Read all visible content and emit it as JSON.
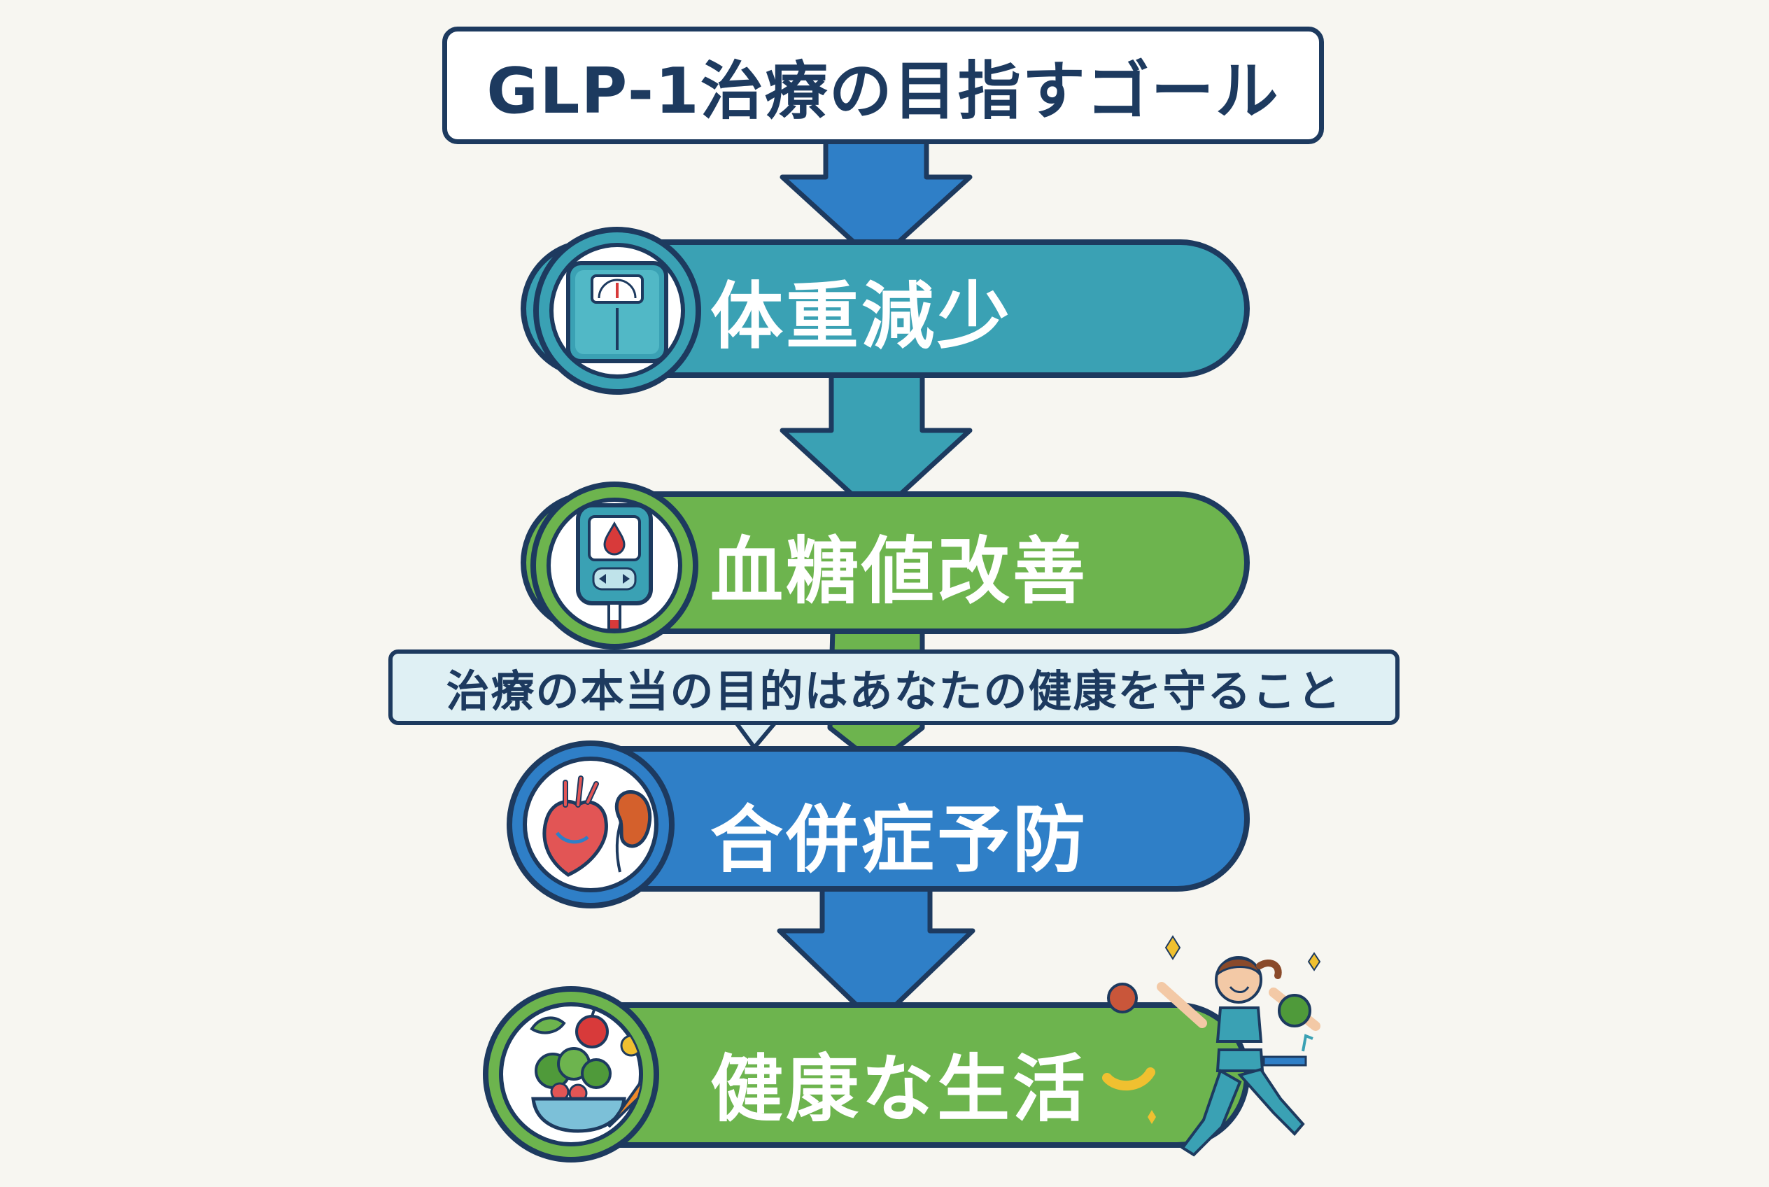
{
  "title": "GLP-1治療の目指すゴール",
  "stages": [
    {
      "label": "体重減少",
      "icon": "weighing-scale-icon",
      "color": "#3aa1b4"
    },
    {
      "label": "血糖値改善",
      "icon": "glucose-meter-icon",
      "color": "#6db44e"
    },
    {
      "label": "合併症予防",
      "icon": "heart-kidney-icon",
      "color": "#2f7fc7"
    },
    {
      "label": "健康な生活",
      "icon": "healthy-food-icon",
      "color": "#6db44e"
    }
  ],
  "callout": "治療の本当の目的はあなたの健康を守ること",
  "colors": {
    "outline": "#1d3a5f",
    "arrow": "#2f7fc7",
    "background": "#f7f6f1"
  }
}
